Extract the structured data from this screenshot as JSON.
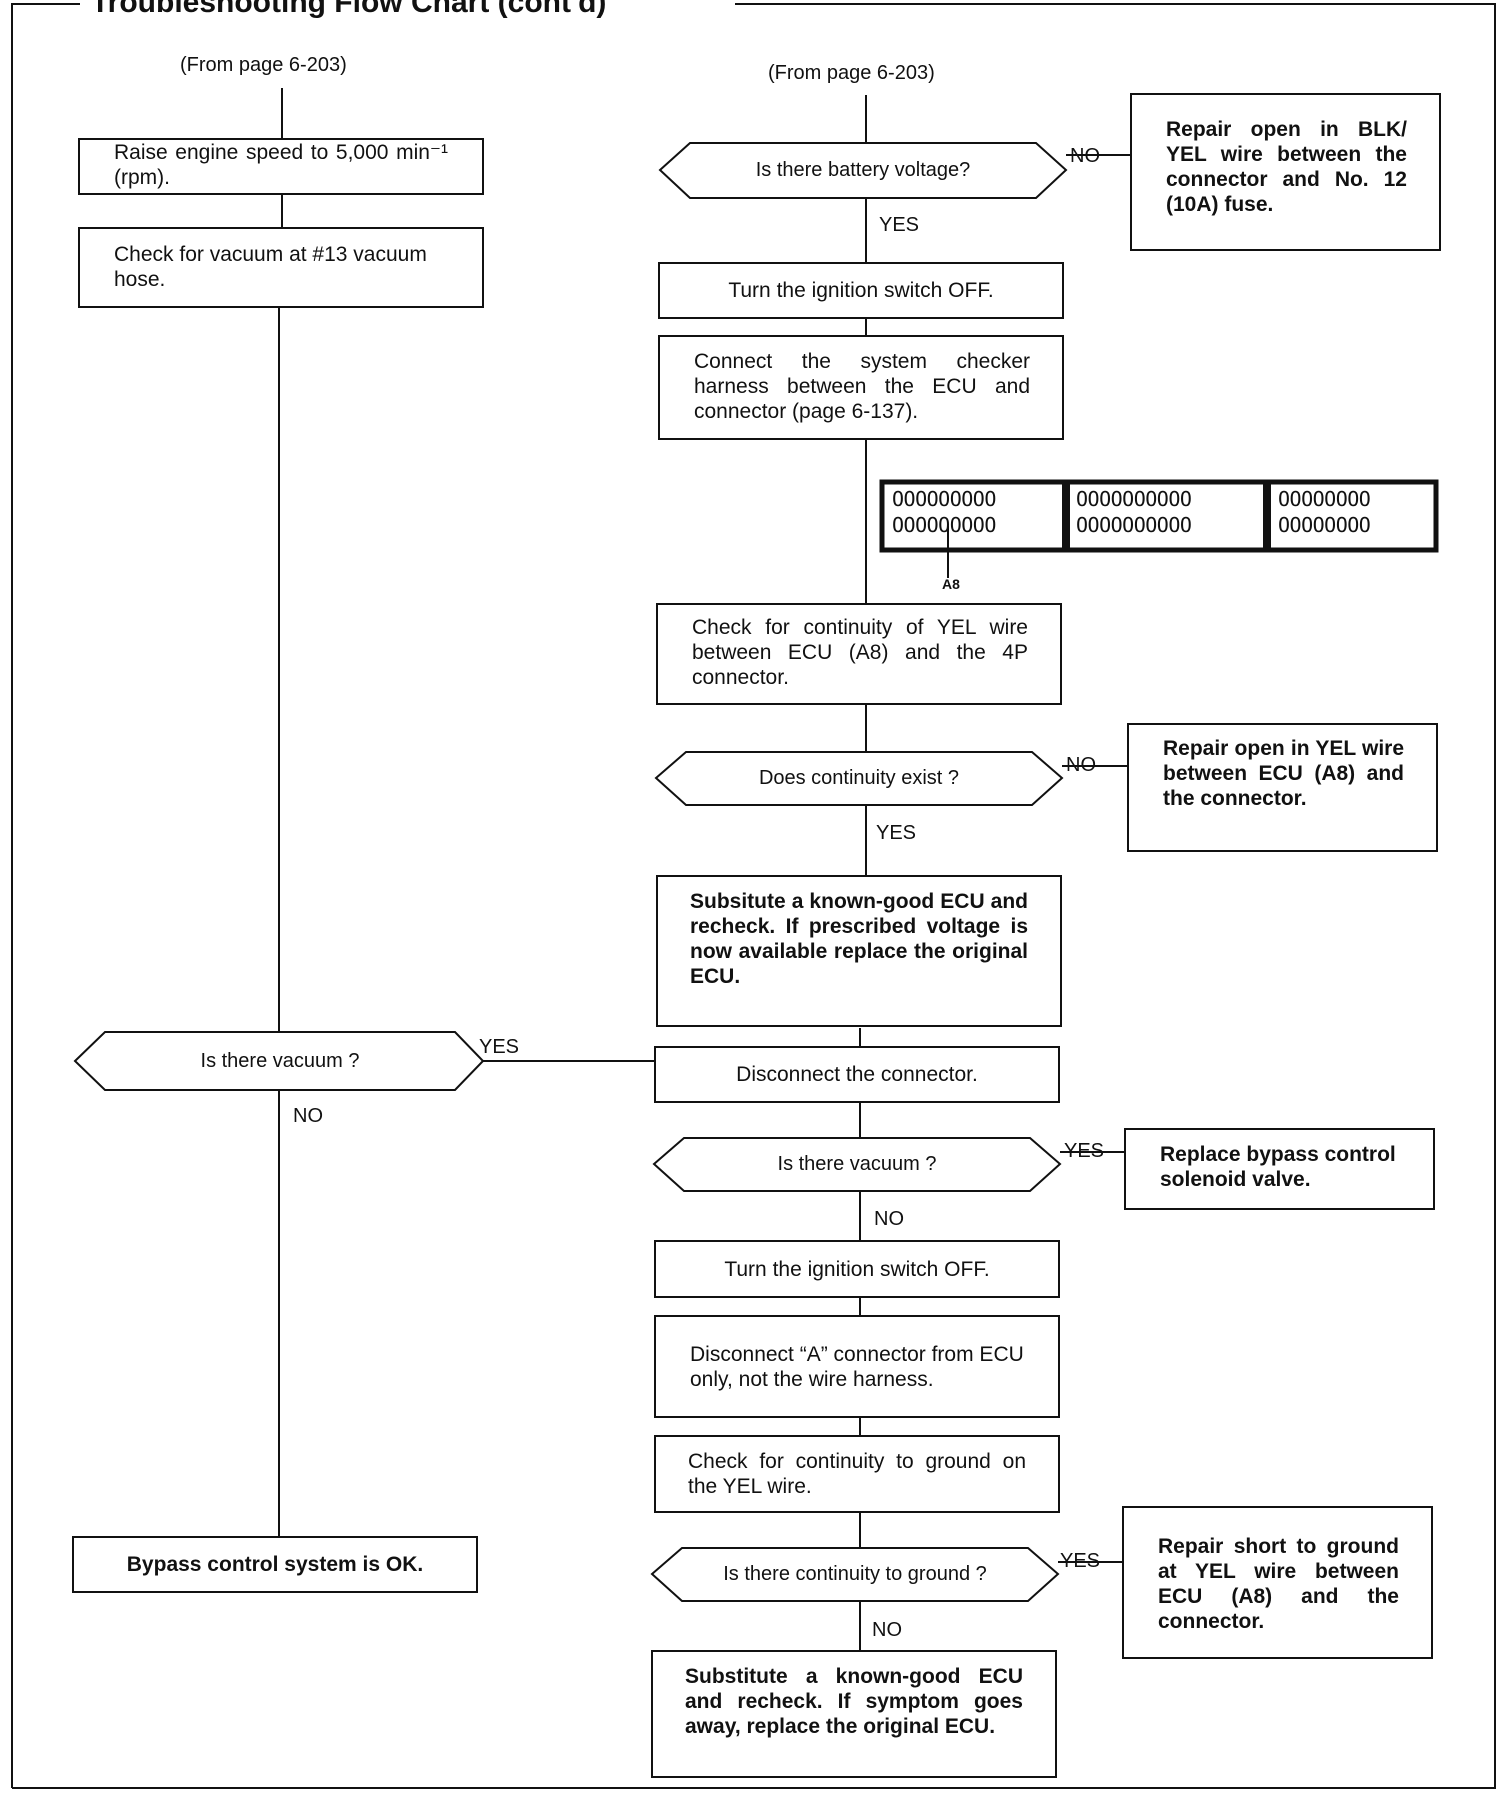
{
  "title": "Troubleshooting Flow Chart (cont'd)",
  "left": {
    "from_label": "(From page 6-203)",
    "step1": "Raise engine speed to 5,000 min⁻¹ (rpm).",
    "step2": "Check for vacuum at #13 vacuum hose.",
    "decision": "Is there vacuum ?",
    "yes": "YES",
    "no": "NO",
    "result": "Bypass control system is OK."
  },
  "right": {
    "from_label": "(From page 6-203)",
    "d1": "Is there battery voltage?",
    "d1_no": "NO",
    "d1_yes": "YES",
    "d1_no_action": "Repair open in BLK/ YEL wire between the connector and No. 12 (10A) fuse.",
    "s1": "Turn the ignition switch OFF.",
    "s2": "Connect the system checker harness between the ECU and connector (page 6-137).",
    "connector": {
      "row1": [
        "OOOOOOOOO",
        "OOOOOOOOOO",
        "OOOOOOOO"
      ],
      "row2": [
        "OOOOOOOOO",
        "OOOOOOOOOO",
        "OOOOOOOO"
      ],
      "pin_label": "A8"
    },
    "s3": "Check for continuity of YEL wire between ECU (A8) and the 4P connector.",
    "d2": "Does continuity exist ?",
    "d2_no": "NO",
    "d2_yes": "YES",
    "d2_no_action": "Repair open in YEL wire between ECU (A8) and the connector.",
    "s4": "Subsitute a known-good ECU and recheck. If prescribed voltage is now available replace the original ECU.",
    "s5": "Disconnect the connector.",
    "d3": "Is there vacuum ?",
    "d3_yes": "YES",
    "d3_no": "NO",
    "d3_yes_action": "Replace bypass control solenoid valve.",
    "s6": "Turn the ignition switch OFF.",
    "s7": "Disconnect “A” connector from ECU only, not the wire harness.",
    "s8": "Check for continuity to ground on the YEL wire.",
    "d4": "Is there continuity to ground ?",
    "d4_yes": "YES",
    "d4_no": "NO",
    "d4_yes_action": "Repair short to ground at YEL wire between ECU (A8) and the connector.",
    "s9": "Substitute a known-good ECU and recheck. If symptom goes away, replace the original ECU."
  }
}
